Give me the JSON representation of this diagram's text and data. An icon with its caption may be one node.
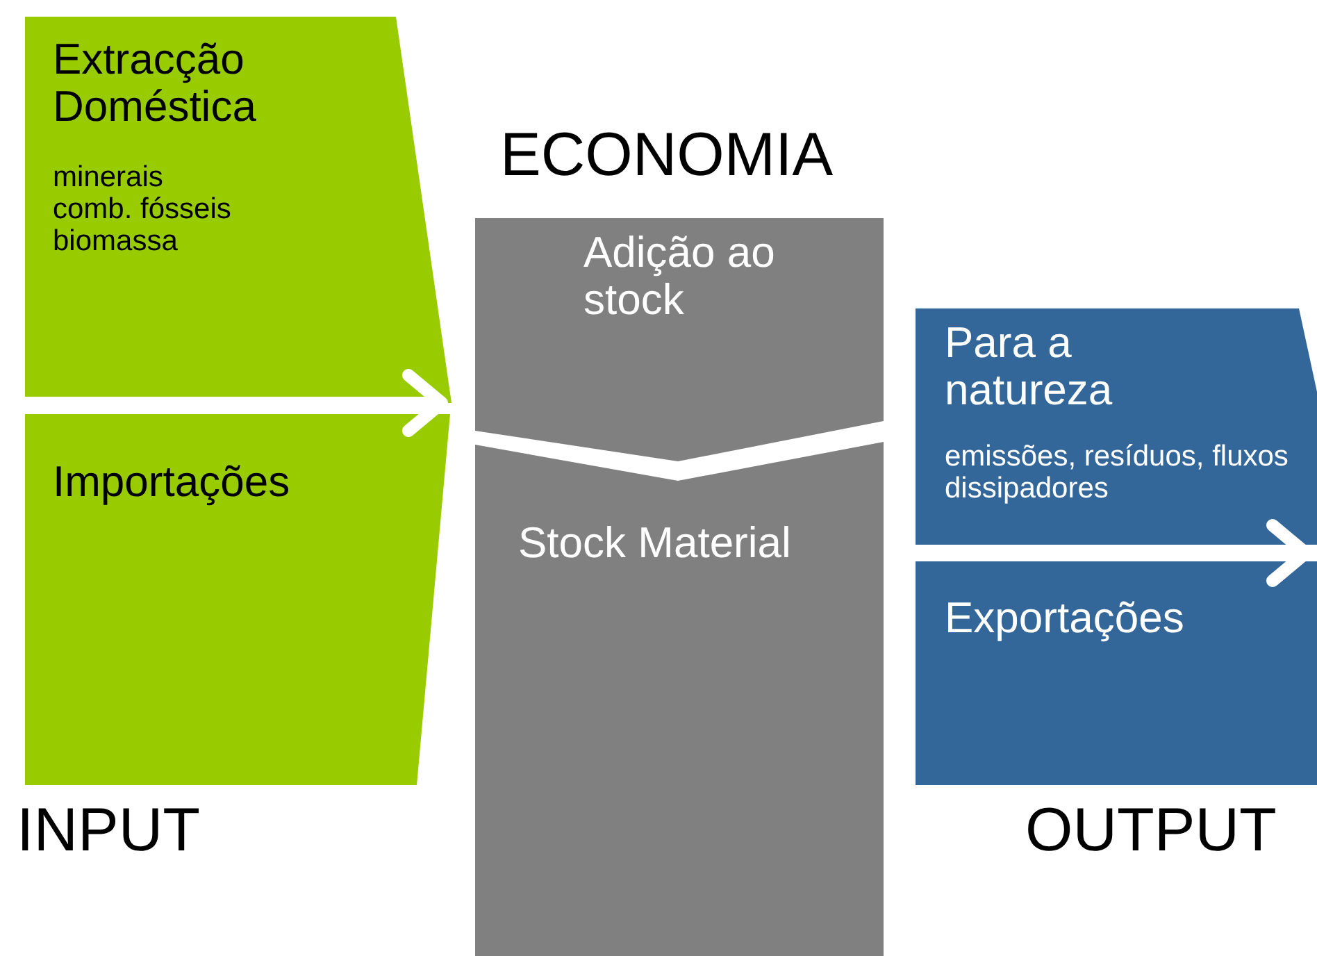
{
  "diagram": {
    "nodes": [
      {
        "text": [
          "Extracção Doméstica",
          "minerais comb. fósseis biomassa"
        ]
      },
      {
        "text": [
          "Importações"
        ]
      },
      {
        "text": [
          "Adição ao stock"
        ]
      },
      {
        "text": [
          "Stock Material"
        ]
      },
      {
        "text": [
          "Para a natureza",
          "emissões, resíduos, fluxos dissipadores"
        ]
      },
      {
        "text": [
          "Exportações"
        ]
      }
    ],
    "labels": [
      "ECONOMIA",
      "INPUT",
      "OUTPUT"
    ]
  }
}
